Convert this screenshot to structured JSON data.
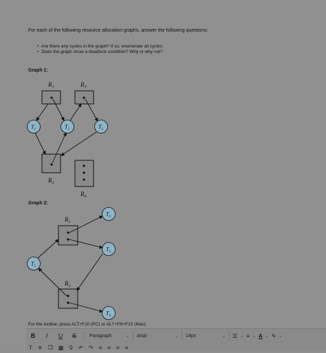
{
  "prompt": {
    "intro": "For each of the following resource allocation graphs, answer the following questions:",
    "questions": [
      "Are there any cycles in the graph? If so, enumerate all cycles.",
      "Does the graph show a deadlock condition? Why or why not?"
    ]
  },
  "graph1": {
    "title": "Graph 1:",
    "resources": [
      "R",
      "R",
      "R",
      "R"
    ],
    "resource_subs": [
      "1",
      "3",
      "2",
      "4"
    ],
    "threads": [
      "T",
      "T",
      "T"
    ],
    "thread_subs": [
      "1",
      "2",
      "3"
    ]
  },
  "graph2": {
    "title": "Graph 2:",
    "resources": [
      "R",
      "R"
    ],
    "resource_subs": [
      "1",
      "2"
    ],
    "threads": [
      "T",
      "T",
      "T",
      "T"
    ],
    "thread_subs": [
      "1",
      "2",
      "3",
      "4"
    ]
  },
  "footer": {
    "note": "For the toolbar, press ALT+F10 (PC) or ALT+FN+F10 (Mac)."
  },
  "toolbar": {
    "bold": "B",
    "italic": "I",
    "underline": "U",
    "strike": "S",
    "paragraph": "Paragraph",
    "font": "Arial",
    "size": "14px",
    "text_color": "A",
    "chevron": "⌄"
  },
  "colors": {
    "thread_fill": "#8fb4c8",
    "resource_fill": "#8a8a8a"
  }
}
